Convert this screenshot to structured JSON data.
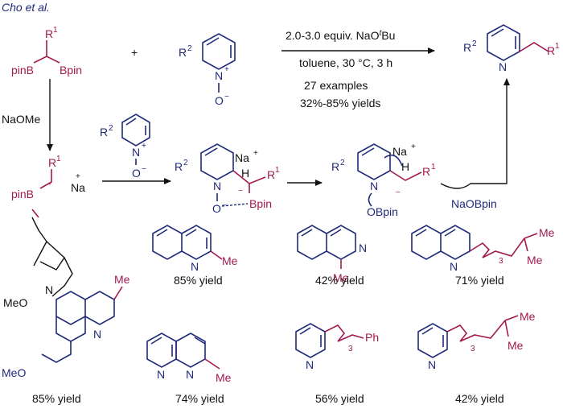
{
  "header": {
    "citation": "Cho et al."
  },
  "reaction": {
    "conditions_line1": "2.0-3.0 equiv. NaO",
    "conditions_t": "t",
    "conditions_bu": "Bu",
    "conditions_line2": "toluene, 30 °C, 3 h",
    "examples": "27 examples",
    "yields": "32%-85% yields",
    "plus": "+"
  },
  "labels": {
    "R1": "R",
    "one": "1",
    "R2": "R",
    "two": "2",
    "pinB": "pinB",
    "Bpin": "Bpin",
    "N": "N",
    "O": "O",
    "minus": "−",
    "plus": "+",
    "Na": "Na",
    "H": "H",
    "NaOMe": "NaOMe",
    "OBpin": "OBpin",
    "NaOBpin": "NaOBpin",
    "Me": "Me",
    "Ph": "Ph",
    "three": "3",
    "MeO": "MeO"
  },
  "products": {
    "y1": "85% yield",
    "y2": "42% yield",
    "y3": "71% yield",
    "y4": "85% yield",
    "y5": "74% yield",
    "y6": "56% yield",
    "y7": "42% yield"
  },
  "colors": {
    "navy": "#1f2a7a",
    "magenta": "#a3194f",
    "black": "#111111"
  }
}
